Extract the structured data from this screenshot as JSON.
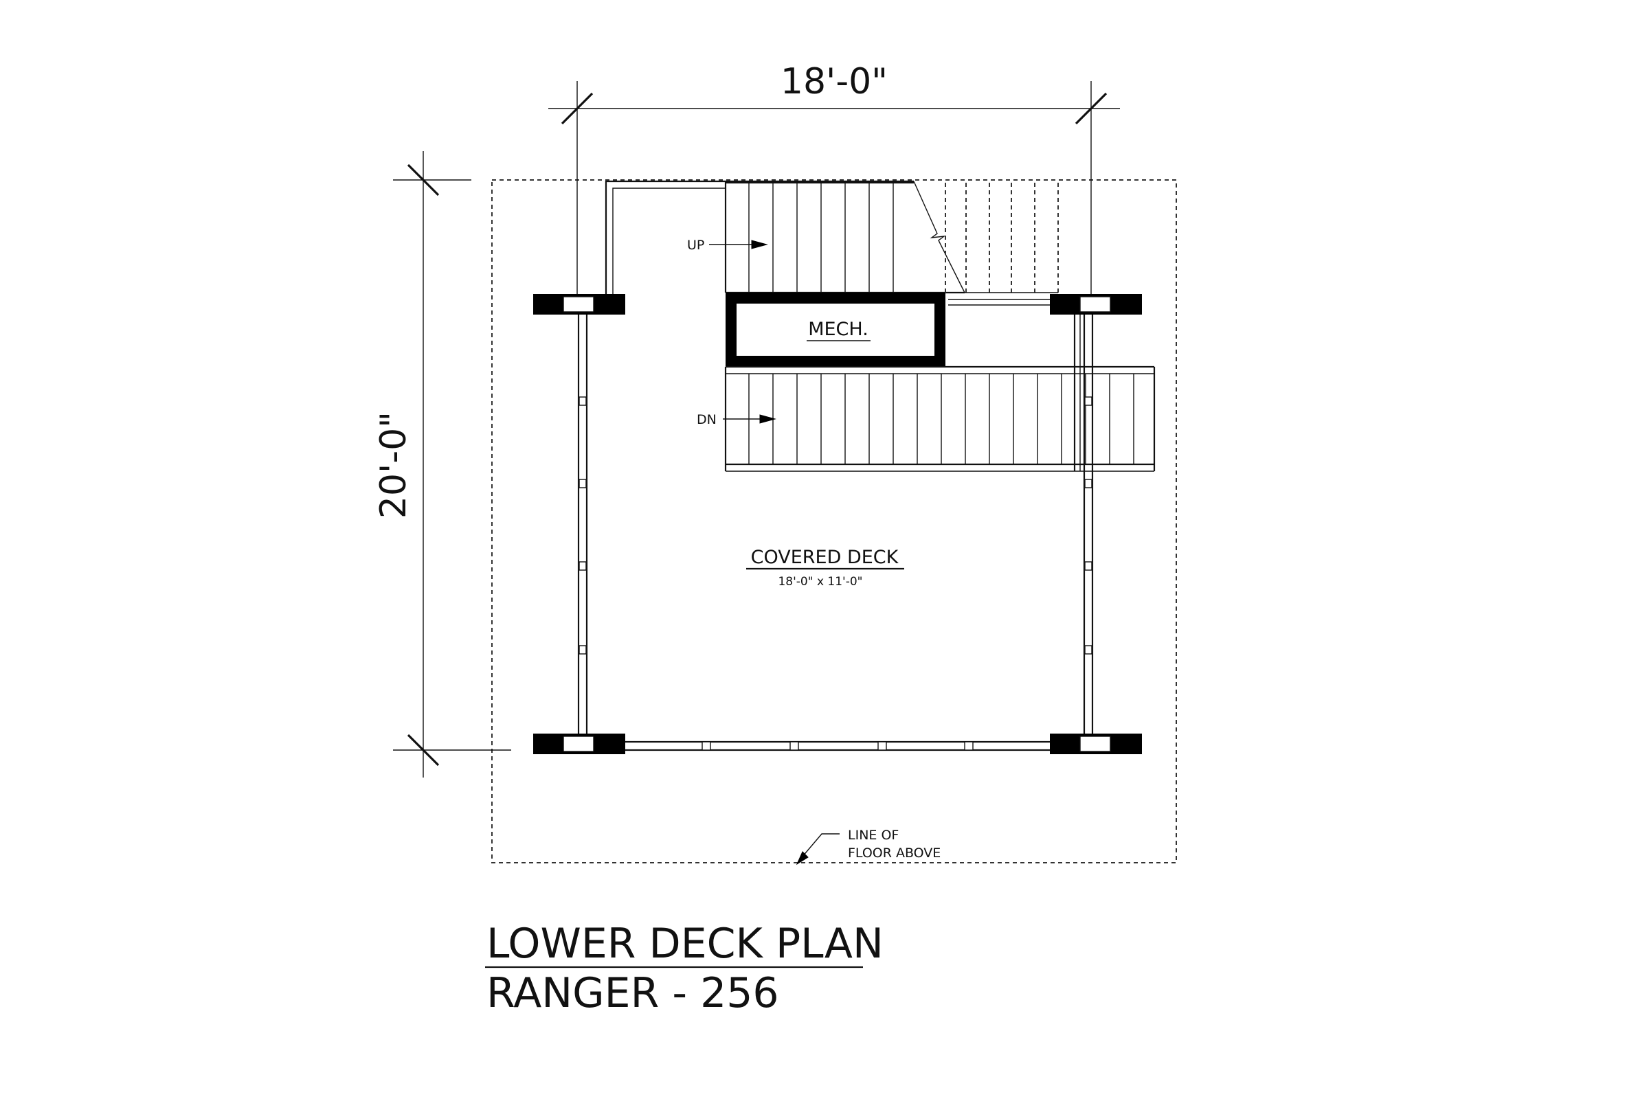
{
  "drawing": {
    "dimensions": {
      "width": "18'-0\"",
      "depth": "20'-0\""
    },
    "labels": {
      "stair_up": "UP",
      "stair_down": "DN",
      "mech": "MECH.",
      "room_name": "COVERED DECK",
      "room_size": "18'-0\" x 11'-0\"",
      "floor_above_line1": "LINE OF",
      "floor_above_line2": "FLOOR ABOVE"
    },
    "title": {
      "line1": "LOWER DECK PLAN",
      "line2": "RANGER - 256"
    }
  }
}
